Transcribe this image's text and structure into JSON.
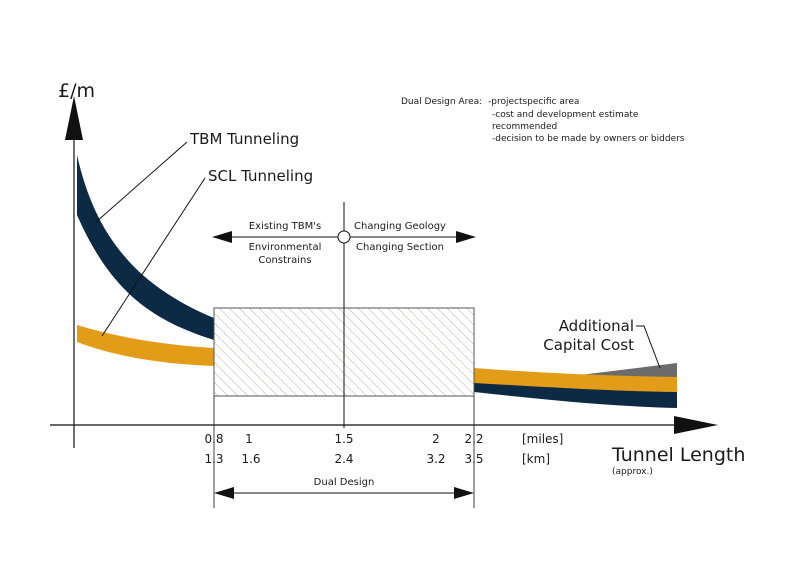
{
  "y_axis_label": "£/m",
  "x_axis_label": "Tunnel Length",
  "x_axis_sublabel": "(approx.)",
  "curves": {
    "tbm_label": "TBM Tunneling",
    "scl_label": "SCL Tunneling",
    "additional_label_line1": "Additional",
    "additional_label_line2": "Capital Cost"
  },
  "dual_design_area": {
    "heading": "Dual Design Area:",
    "points": [
      "-projectspecific area",
      "-cost and development estimate",
      "recommended",
      "-decision to be made by owners or bidders"
    ]
  },
  "arrows": {
    "left_line1": "Existing TBM's",
    "left_line2": "Environmental",
    "left_line3": "Constrains",
    "right_line1": "Changing Geology",
    "right_line2": "Changing Section"
  },
  "ticks": {
    "miles": [
      "0.8",
      "1",
      "1.5",
      "2",
      "2.2"
    ],
    "km": [
      "1.3",
      "1.6",
      "2.4",
      "3.2",
      "3.5"
    ],
    "miles_unit": "[miles]",
    "km_unit": "[km]"
  },
  "dual_design_label": "Dual Design",
  "colors": {
    "tbm": "#0d2a45",
    "scl": "#e39c17",
    "additional": "#6b6b6b",
    "axis": "#111111"
  }
}
